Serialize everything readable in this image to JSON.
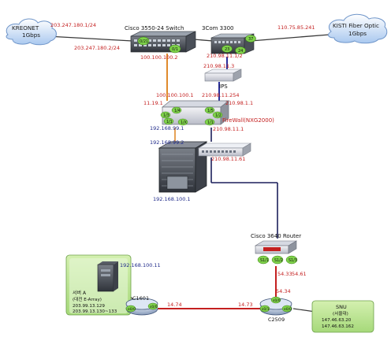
{
  "clouds": {
    "kreonet": {
      "name": "KREONET",
      "speed": "1Gbps"
    },
    "kisti": {
      "name": "KISTI Fiber Optic",
      "speed": "1Gbps"
    }
  },
  "devices": {
    "cisco_switch": {
      "label": "Cisco 3550-24  Switch",
      "port_a": "0/21",
      "port_b": "0/1"
    },
    "com3": {
      "label": "3Com 3300",
      "port_left": "23",
      "port_left2": "24",
      "port_right": "37"
    },
    "ips": {
      "label": "IPS"
    },
    "firewall": {
      "label": "FireWall(NXG2000)",
      "port_1": "1/4",
      "port_2": "1/5",
      "port_3": "1/3",
      "port_4": "1/2",
      "port_5": "1/1",
      "port_6": "1/X"
    },
    "router3640": {
      "label": "Cisco 3640  Router",
      "port_1": "S1/1",
      "port_2": "S1/2",
      "port_3": "S1/3"
    },
    "c1601": {
      "label": "C1601",
      "port_left": "e0/0",
      "port_right": "s0/0"
    },
    "c2509": {
      "label": "C2509",
      "port_top": "s0/0",
      "port_left": "s0/1",
      "port_right": "e0/0"
    },
    "server_left": {
      "label": "서버 A",
      "sub": "(대전 E-Array)",
      "ip1": "203.99.13.129",
      "ip2": "203.99.13.130~133"
    },
    "snu": {
      "label": "SNU",
      "sub": "(서울대)",
      "ip1": "147.46.63.20",
      "ip2": "147.46.63.162"
    }
  },
  "ips": {
    "kreonet_link": "203.247.180.1/24",
    "switch_left": "203.247.180.2/24",
    "switch_down": "100.100.100.2",
    "com_kisti": "110.75.85.241",
    "com_bottom": "210.98.11.1/2",
    "ips_ip": "210.98.11.3",
    "fw_left": "100.100.100.1",
    "fw_right": "210.98.11.254",
    "fw_side1": "11.19.1",
    "fw_side2": "210.98.1.1",
    "fw_bottom_left": "192.168.99.1",
    "fw_bottom_right": "210.98.11.1",
    "core_top": "192.168.99.2",
    "core_bottom": "192.168.100.1",
    "sw2": "210.98.11.61",
    "server_ip": "192.168.100.11",
    "r_left": "54.33",
    "r_right": "54.61",
    "c2509_top": "54.34",
    "link_left": "14.74",
    "link_right": "14.73"
  }
}
